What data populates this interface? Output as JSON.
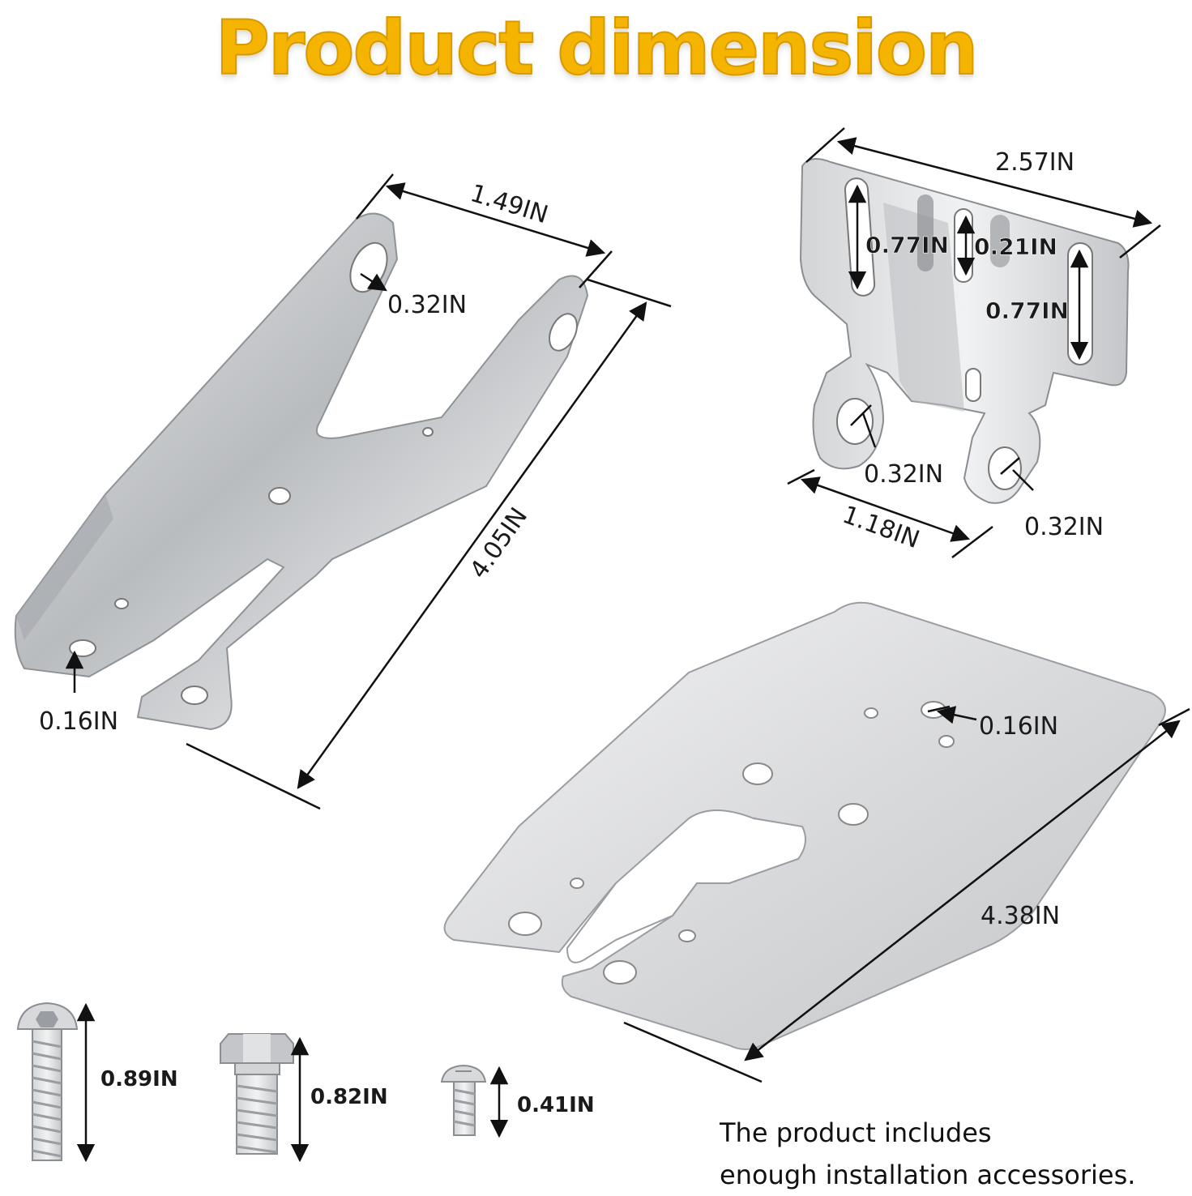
{
  "title": "Product dimension",
  "colors": {
    "title": "#f4b400",
    "metal": "#c9cbcd",
    "line": "#111111"
  },
  "bracket_a": {
    "width": "1.49IN",
    "length": "4.05IN",
    "top_hole": "0.32IN",
    "bottom_hole": "0.16IN"
  },
  "bracket_b": {
    "width": "2.57IN",
    "slot_left": "0.77IN",
    "slot_mid": "0.21IN",
    "slot_right": "0.77IN",
    "hole_left": "0.32IN",
    "hole_right": "0.32IN",
    "tab_span": "1.18IN"
  },
  "plate": {
    "hole": "0.16IN",
    "length": "4.38IN"
  },
  "screws": [
    {
      "name": "button-head-screw",
      "length": "0.89IN"
    },
    {
      "name": "hex-bolt",
      "length": "0.82IN"
    },
    {
      "name": "pan-head-screw",
      "length": "0.41IN"
    }
  ],
  "note": {
    "line1": "The product includes",
    "line2": "enough installation accessories."
  }
}
